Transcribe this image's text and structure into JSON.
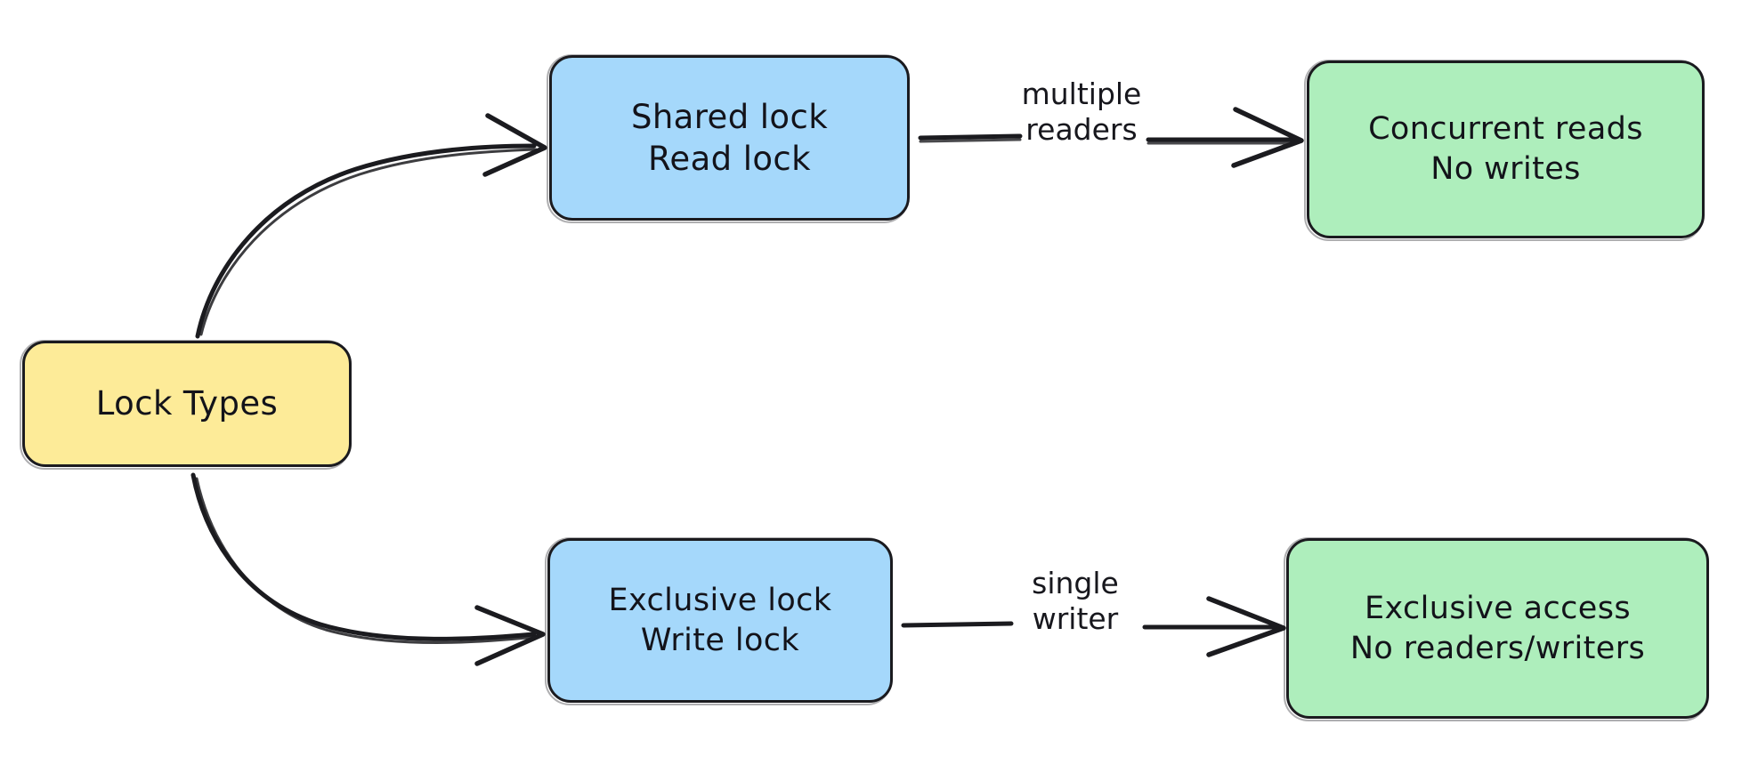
{
  "diagram": {
    "title": "Lock Types",
    "background_color": "#ffffff",
    "stroke_color": "#1b1b1f",
    "nodes": [
      {
        "id": "lock-types",
        "lines": [
          "Lock Types"
        ],
        "fill": "#fdeb98"
      },
      {
        "id": "shared-lock",
        "lines": [
          "Shared lock",
          "Read lock"
        ],
        "fill": "#a5d8fb"
      },
      {
        "id": "exclusive-lock",
        "lines": [
          "Exclusive lock",
          "Write lock"
        ],
        "fill": "#a5d8fb"
      },
      {
        "id": "concurrent-reads",
        "lines": [
          "Concurrent reads",
          "No writes"
        ],
        "fill": "#aeeebc"
      },
      {
        "id": "exclusive-access",
        "lines": [
          "Exclusive access",
          "No readers/writers"
        ],
        "fill": "#aeeebc"
      }
    ],
    "edges": [
      {
        "id": "root-to-shared",
        "from": "lock-types",
        "to": "shared-lock",
        "label": ""
      },
      {
        "id": "root-to-exclusive",
        "from": "lock-types",
        "to": "exclusive-lock",
        "label": ""
      },
      {
        "id": "shared-to-reads",
        "from": "shared-lock",
        "to": "concurrent-reads",
        "label": "multiple\nreaders"
      },
      {
        "id": "exclusive-to-access",
        "from": "exclusive-lock",
        "to": "exclusive-access",
        "label": "single\nwriter"
      }
    ]
  }
}
